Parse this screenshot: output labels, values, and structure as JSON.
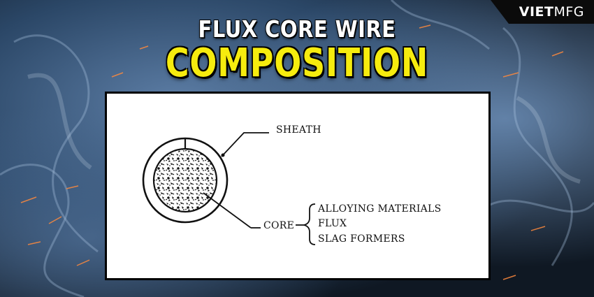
{
  "brand": {
    "part1": "VIET",
    "part2": "MFG"
  },
  "heading": {
    "line1": "FLUX CORE WIRE",
    "line2": "COMPOSITION"
  },
  "diagram": {
    "sheath_label": "SHEATH",
    "core_label": "CORE",
    "core_components": [
      "ALLOYING MATERIALS",
      "FLUX",
      "SLAG FORMERS"
    ]
  },
  "colors": {
    "title_white": "#ffffff",
    "title_yellow": "#f6ec0e",
    "background_smoke": "#2f4c6c",
    "panel": "#ffffff"
  }
}
